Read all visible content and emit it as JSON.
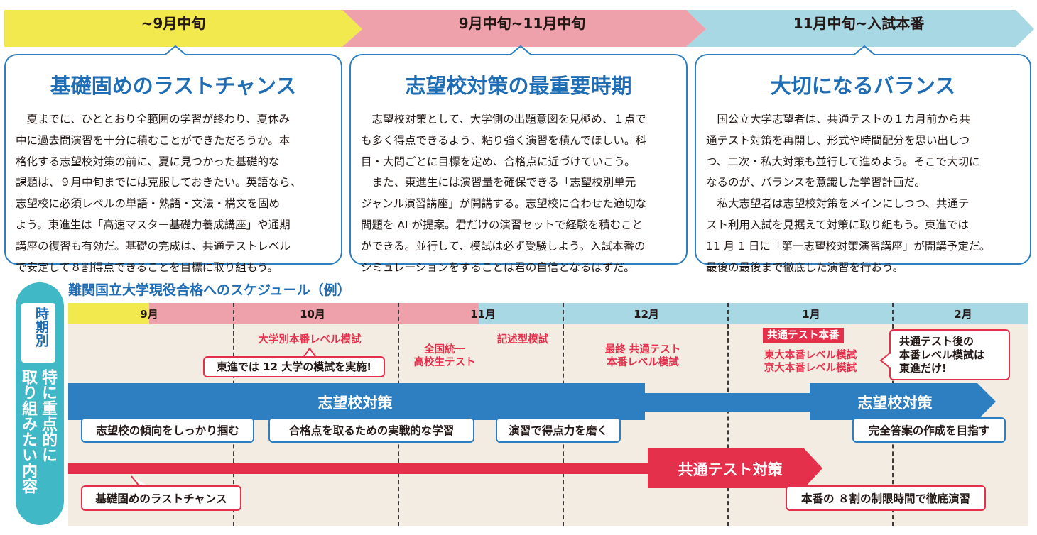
{
  "phases": [
    {
      "label": "~9月中旬",
      "color": "#f2e94e"
    },
    {
      "label": "9月中旬~11月中旬",
      "color": "#eea1ab"
    },
    {
      "label": "11月中旬~入試本番",
      "color": "#a7d8e4"
    }
  ],
  "cards": [
    {
      "title": "基礎固めのラストチャンス",
      "body": "　夏までに、ひととおり全範囲の学習が終わり、夏休み\n中に過去問演習を十分に積むことができただろうか。本\n格化する志望校対策の前に、夏に見つかった基礎的な\n課題は、９月中旬までには克服しておきたい。英語なら、\n志望校に必須レベルの単語・熟語・文法・構文を固め\nよう。東進生は「高速マスター基礎力養成講座」や通期\n講座の復習も有効だ。基礎の完成は、共通テストレベル\nで安定して８割得点できることを目標に取り組もう。"
    },
    {
      "title": "志望校対策の最重要時期",
      "body": "　志望校対策として、大学側の出題意図を見極め、１点で\nも多く得点できるよう、粘り強く演習を積んでほしい。科\n目・大問ごとに目標を定め、合格点に近づけていこう。\n　また、東進生には演習量を確保できる「志望校別単元\nジャンル演習講座」が開講する。志望校に合わせた適切な\n問題を AI が提案。君だけの演習セットで経験を積むこと\nができる。並行して、模試は必ず受験しよう。入試本番の\nシミュレーションをすることは君の自信となるはずだ。"
    },
    {
      "title": "大切になるバランス",
      "body": "　国公立大学志望者は、共通テストの１カ月前から共\n通テスト対策を再開し、形式や時間配分を思い出しつ\nつ、二次・私大対策も並行して進めよう。そこで大切に\nなるのが、バランスを意識した学習計画だ。\n　私大志望者は志望校対策をメインにしつつ、共通テ\nスト利用入試を見据えて対策に取り組もう。東進では\n11 月 1 日に「第一志望校対策演習講座」が開講予定だ。\n最後の最後まで徹底した演習を行おう。"
    }
  ],
  "schedule": {
    "title": "難関国立大学現役合格へのスケジュール（例）",
    "side_label_top": "時期別",
    "side_label_col1": "特に重点的に",
    "side_label_col2": "取り組みたい内容",
    "months": [
      "9月",
      "10月",
      "11月",
      "12月",
      "1月",
      "2月"
    ],
    "events": {
      "mock_univ": "大学別本番レベル模試",
      "mock_univ_note": "東進では 12 大学の模試を実施!",
      "national_test": "全国統一\n高校生テスト",
      "written_mock": "記述型模試",
      "final_common": "最終 共通テスト\n本番レベル模試",
      "common_test_day": "共通テスト本番",
      "todai_kyodai": "東大本番レベル模試\n京大本番レベル模試",
      "after_note": "共通テスト後の\n本番レベル模試は\n東進だけ!"
    },
    "blue_track": {
      "label": "志望校対策",
      "label2": "志望校対策",
      "items": [
        "志望校の傾向をしっかり掴む",
        "合格点を取るための実戦的な学習",
        "演習で得点力を磨く",
        "完全答案の作成を目指す"
      ]
    },
    "red_track": {
      "label": "共通テスト対策",
      "items": [
        "基礎固めのラストチャンス",
        "本番の ８割の制限時間で徹底演習"
      ]
    },
    "colors": {
      "blue": "#2d7fc1",
      "red": "#e4304b",
      "pink": "#eea1ab",
      "sky": "#a7d8e4",
      "beige": "#f3ece3",
      "teal": "#40b8c6"
    }
  }
}
